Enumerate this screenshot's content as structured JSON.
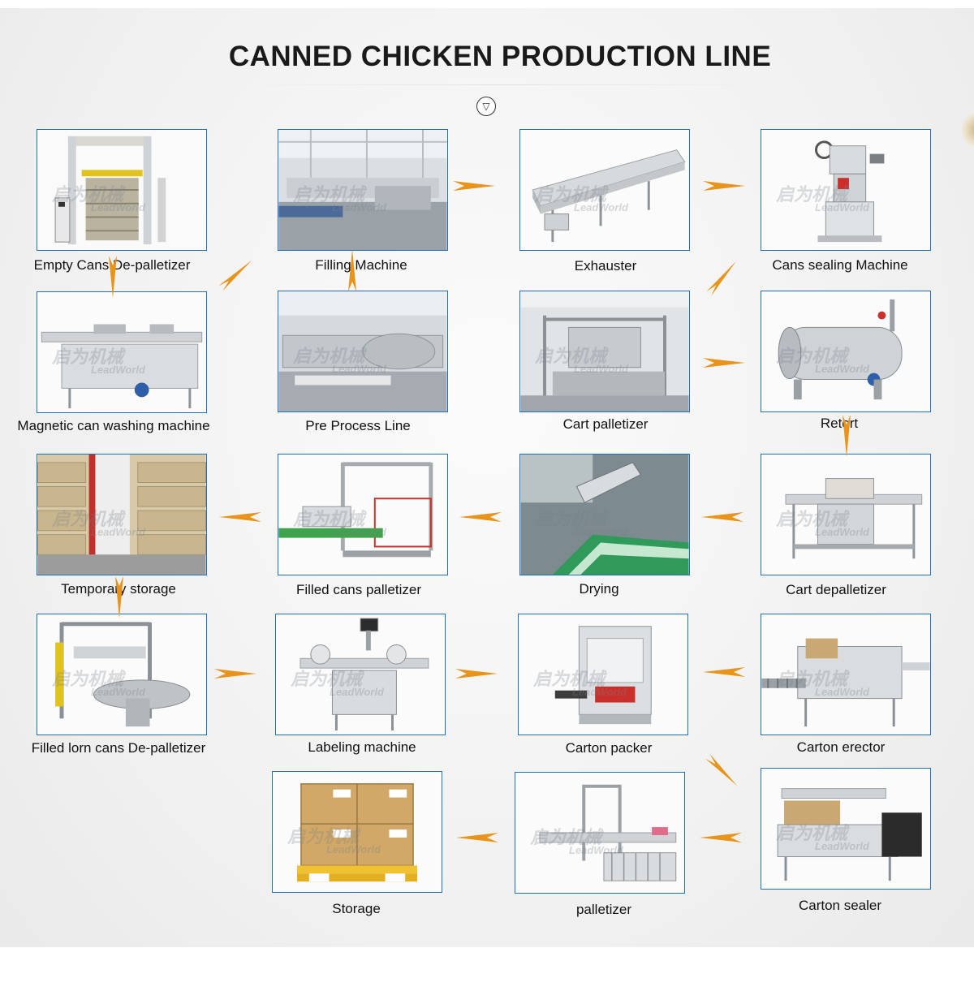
{
  "title": "CANNED CHICKEN PRODUCTION LINE",
  "scroll_hint_icon": "chevron-down-circle-icon",
  "watermark": {
    "cn": "启为机械",
    "en": "LeadWorld"
  },
  "colors": {
    "arrow": "#e8941a",
    "card_border": "#1f6fc0"
  },
  "machines": [
    {
      "id": "empty-cans-de-palletizer",
      "label": "Empty Cans De-palletizer",
      "icon": "gantry-depalletizer-icon"
    },
    {
      "id": "filling-machine",
      "label": "Filling Machine",
      "icon": "factory-line-icon"
    },
    {
      "id": "exhauster",
      "label": "Exhauster",
      "icon": "conveyor-tunnel-icon"
    },
    {
      "id": "cans-sealing-machine",
      "label": "Cans sealing Machine",
      "icon": "seamer-icon"
    },
    {
      "id": "magnetic-can-washing-machine",
      "label": "Magnetic can washing machine",
      "icon": "washer-conveyor-icon"
    },
    {
      "id": "pre-process-line",
      "label": "Pre Process Line",
      "icon": "factory-line-icon"
    },
    {
      "id": "cart-palletizer",
      "label": "Cart palletizer",
      "icon": "cart-frame-icon"
    },
    {
      "id": "retort",
      "label": "Retort",
      "icon": "retort-vessel-icon"
    },
    {
      "id": "temporary-storage",
      "label": "Temporary storage",
      "icon": "pallet-stack-icon"
    },
    {
      "id": "filled-cans-palletizer",
      "label": "Filled cans palletizer",
      "icon": "palletizer-frame-icon"
    },
    {
      "id": "drying",
      "label": "Drying",
      "icon": "drying-conveyor-icon"
    },
    {
      "id": "cart-depalletizer",
      "label": "Cart depalletizer",
      "icon": "cart-depalletizer-icon"
    },
    {
      "id": "filled-lorn-cans-de-palletizer",
      "label": "Filled lorn cans De-palletizer",
      "icon": "rotary-table-icon"
    },
    {
      "id": "labeling-machine",
      "label": "Labeling machine",
      "icon": "labeler-icon"
    },
    {
      "id": "carton-packer",
      "label": "Carton packer",
      "icon": "carton-packer-icon"
    },
    {
      "id": "carton-erector",
      "label": "Carton erector",
      "icon": "carton-erector-icon"
    },
    {
      "id": "storage",
      "label": "Storage",
      "icon": "boxes-on-pallet-icon"
    },
    {
      "id": "palletizer",
      "label": "palletizer",
      "icon": "palletizer-gantry-icon"
    },
    {
      "id": "carton-sealer",
      "label": "Carton sealer",
      "icon": "carton-sealer-icon"
    }
  ]
}
